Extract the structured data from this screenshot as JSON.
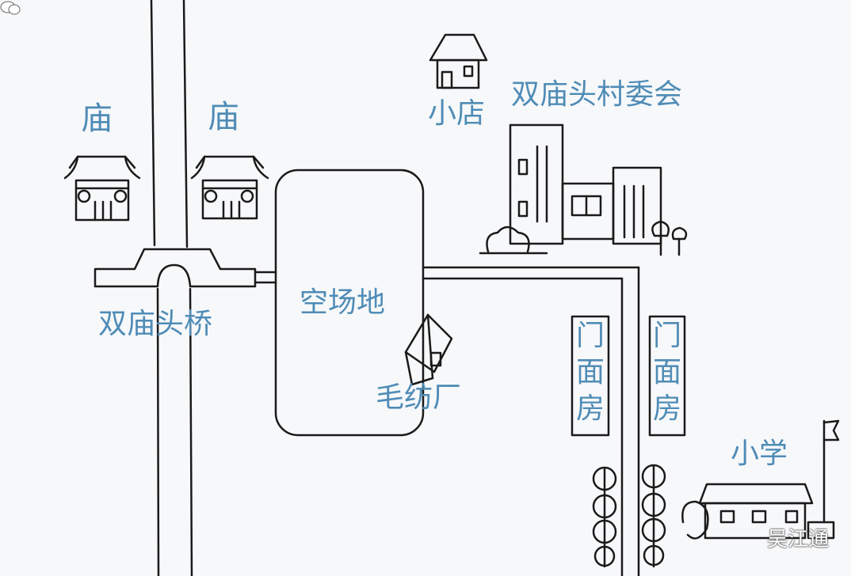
{
  "labels": {
    "temple_left": "庙",
    "temple_right": "庙",
    "shop": "小店",
    "village_committee": "双庙头村委会",
    "bridge": "双庙头桥",
    "open_space": "空场地",
    "wool_factory": "毛纺厂",
    "storefront_left": "门面房",
    "storefront_right": "门面房",
    "school": "小学"
  },
  "watermark": {
    "text": "吴江通",
    "icon": "wechat-icon"
  },
  "colors": {
    "ink": "#1a1a1a",
    "label": "#4f8cb6",
    "paper": "#f7f8fa"
  }
}
